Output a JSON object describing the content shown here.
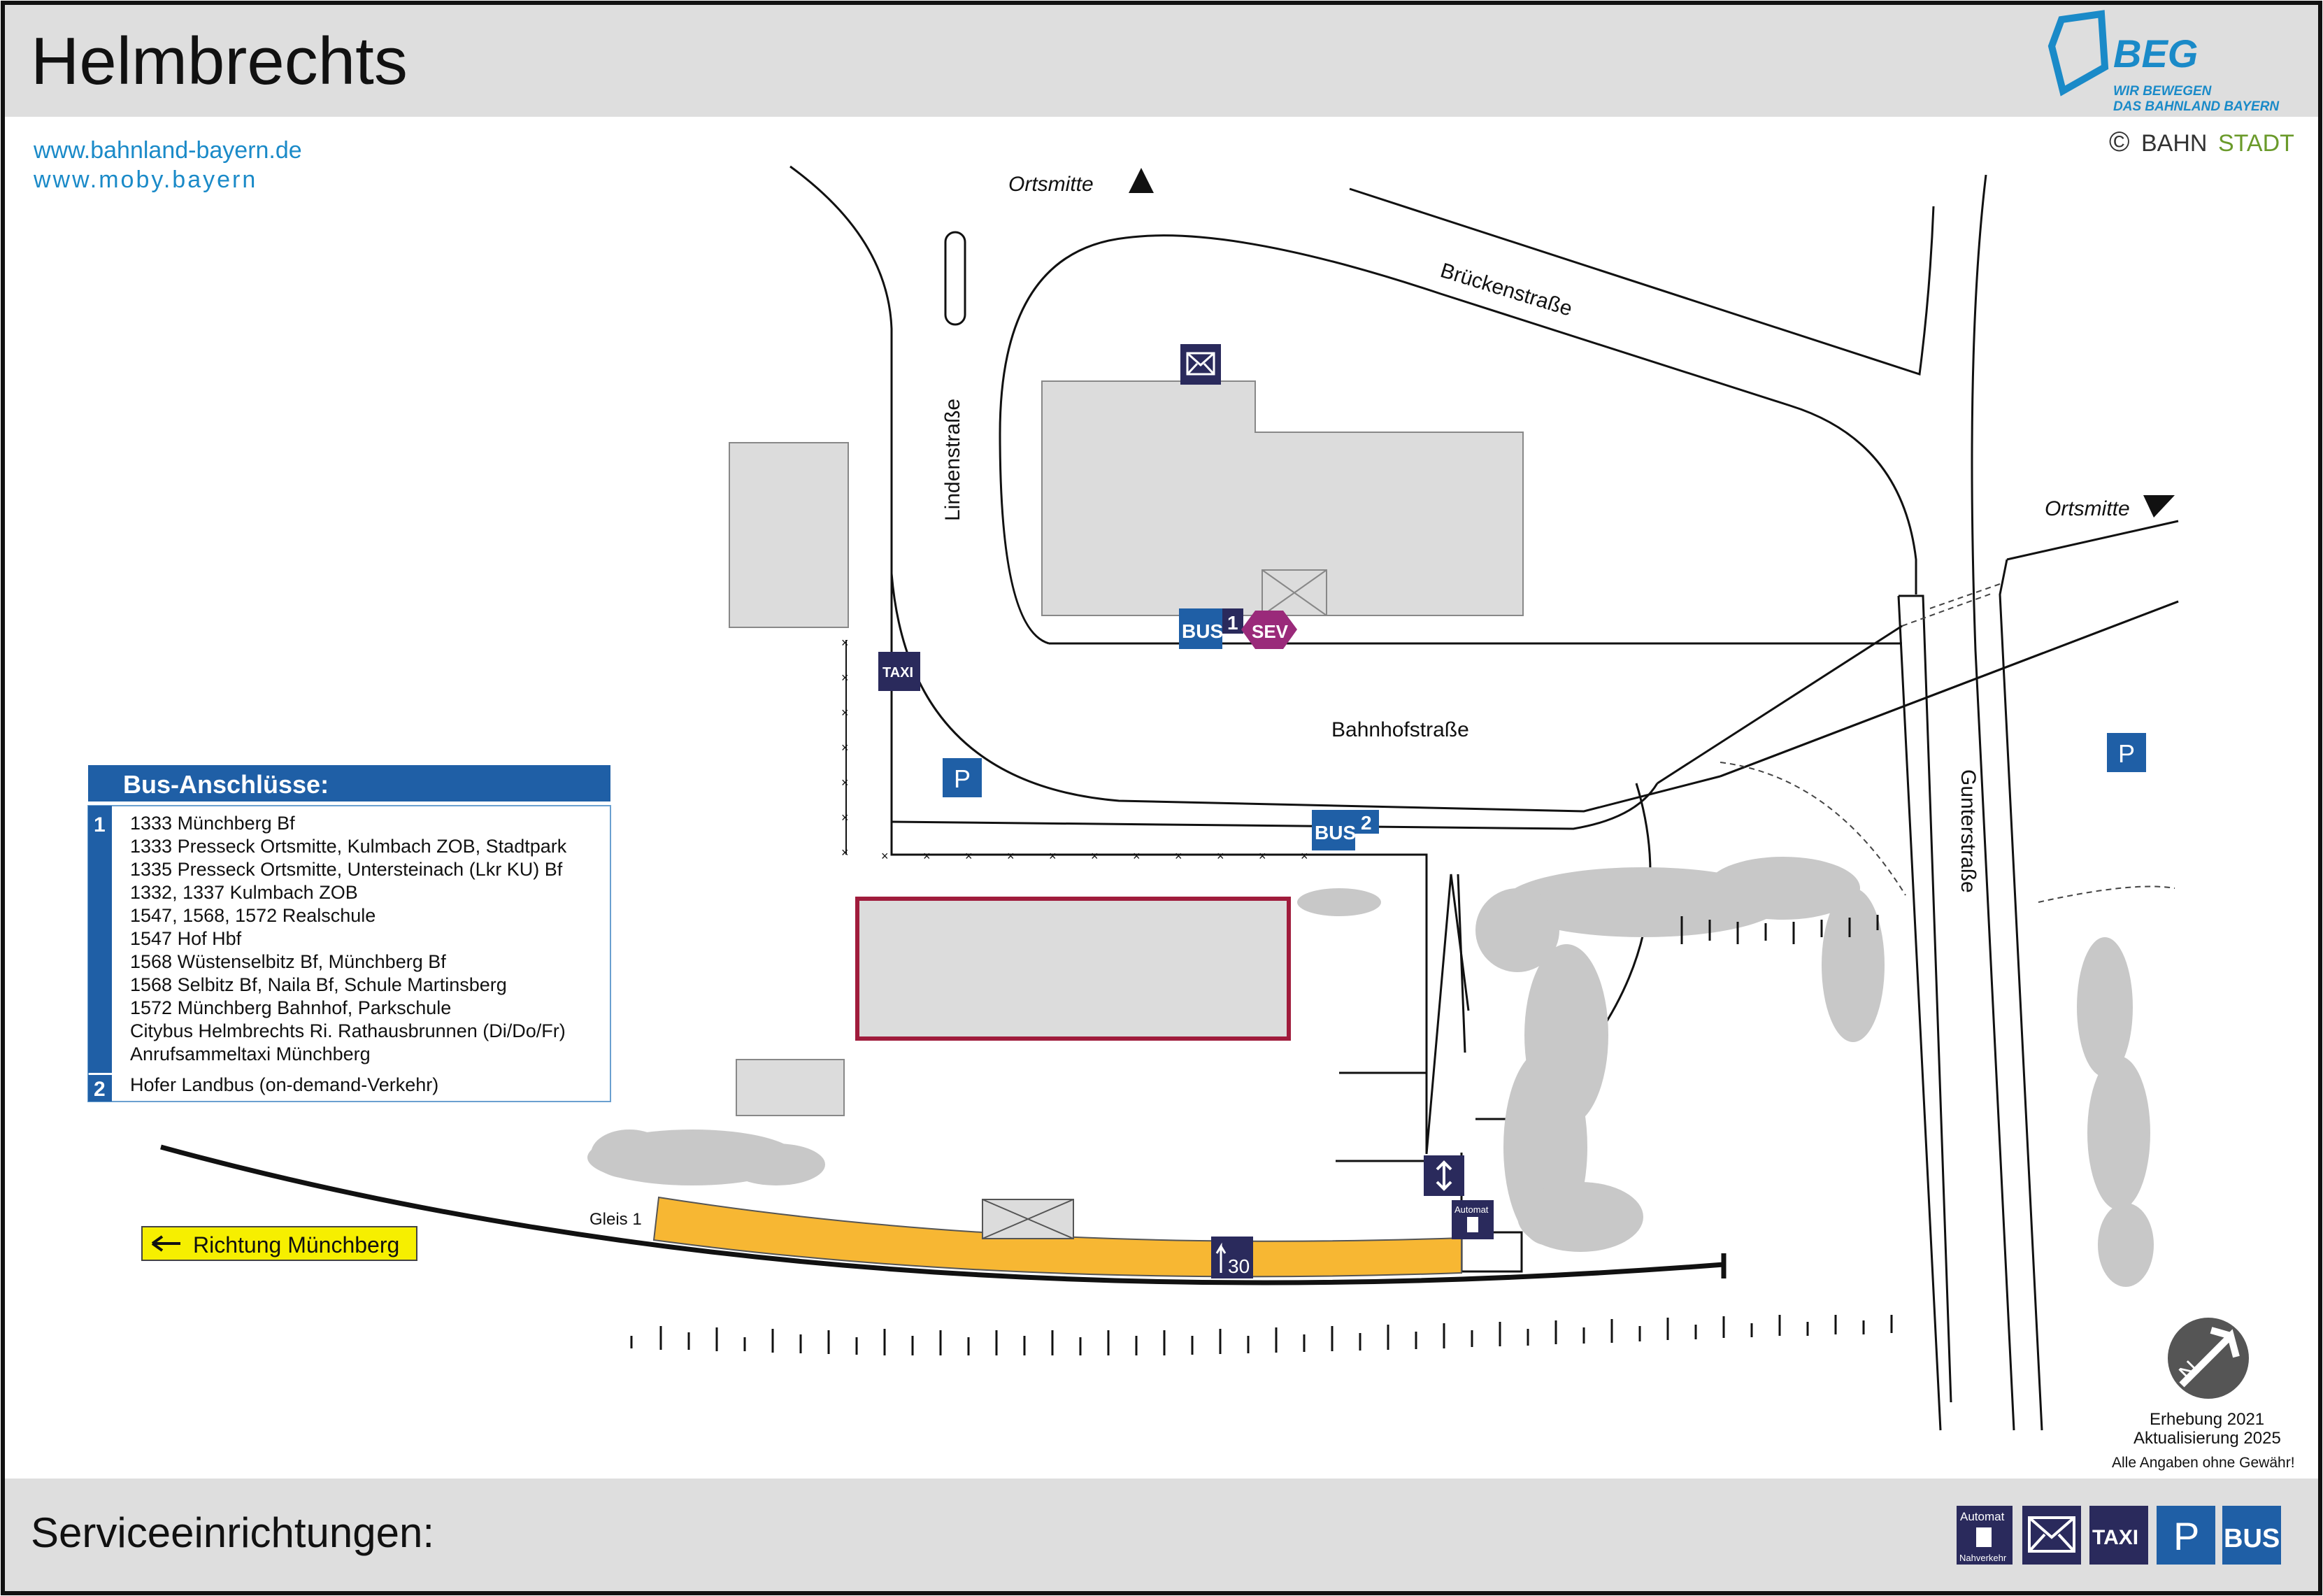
{
  "header": {
    "title": "Helmbrechts"
  },
  "links": [
    "www.bahnland-bayern.de",
    "www.moby.bayern"
  ],
  "logo": {
    "name": "BEG",
    "tagline_1": "WIR BEWEGEN",
    "tagline_2": "DAS BAHNLAND BAYERN"
  },
  "copyright": {
    "symbol": "©",
    "part1": "Bahn",
    "part2": "Stadt"
  },
  "directions": {
    "ortsmitte_top": "Ortsmitte",
    "ortsmitte_right": "Ortsmitte"
  },
  "streets": {
    "lindenstrasse": "Lindenstraße",
    "brueckenstrasse": "Brückenstraße",
    "bahnhofstrasse": "Bahnhofstraße",
    "gunterstrasse": "Gunterstraße"
  },
  "icons": {
    "taxi": "TAXI",
    "bus": "BUS",
    "sev": "SEV",
    "parking": "P",
    "stop_1": "1",
    "stop_2": "2",
    "automat": "Automat",
    "automat_sub": "Nahverkehr",
    "platform_length": "30"
  },
  "platform": {
    "track_label": "Gleis 1",
    "direction": "Richtung Münchberg"
  },
  "bus_connections": {
    "title": "Bus-Anschlüsse:",
    "groups": [
      {
        "stop": "1",
        "lines": [
          "1333 Münchberg Bf",
          "1333 Presseck Ortsmitte, Kulmbach ZOB, Stadtpark",
          "1335 Presseck Ortsmitte, Untersteinach (Lkr KU) Bf",
          "1332, 1337 Kulmbach ZOB",
          "1547, 1568, 1572 Realschule",
          "1547 Hof Hbf",
          "1568 Wüstenselbitz Bf, Münchberg Bf",
          "1568 Selbitz Bf, Naila Bf, Schule Martinsberg",
          "1572 Münchberg Bahnhof, Parkschule",
          "Citybus Helmbrechts Ri. Rathausbrunnen (Di/Do/Fr)",
          "Anrufsammeltaxi Münchberg"
        ]
      },
      {
        "stop": "2",
        "lines": [
          "Hofer Landbus (on-demand-Verkehr)"
        ]
      }
    ]
  },
  "footer": {
    "label": "Serviceeinrichtungen:",
    "survey": "Erhebung 2021",
    "update": "Aktualisierung 2025",
    "disclaimer": "Alle Angaben ohne Gewähr!"
  },
  "colors": {
    "navy": "#2a2a5c",
    "bus_blue": "#1f5fa6",
    "sev_purple": "#9a2a7a",
    "platform_yellow": "#f7b733",
    "building_grey": "#dcdcdc",
    "highlight_red": "#a01c3c",
    "link_blue": "#1a8ac8"
  }
}
